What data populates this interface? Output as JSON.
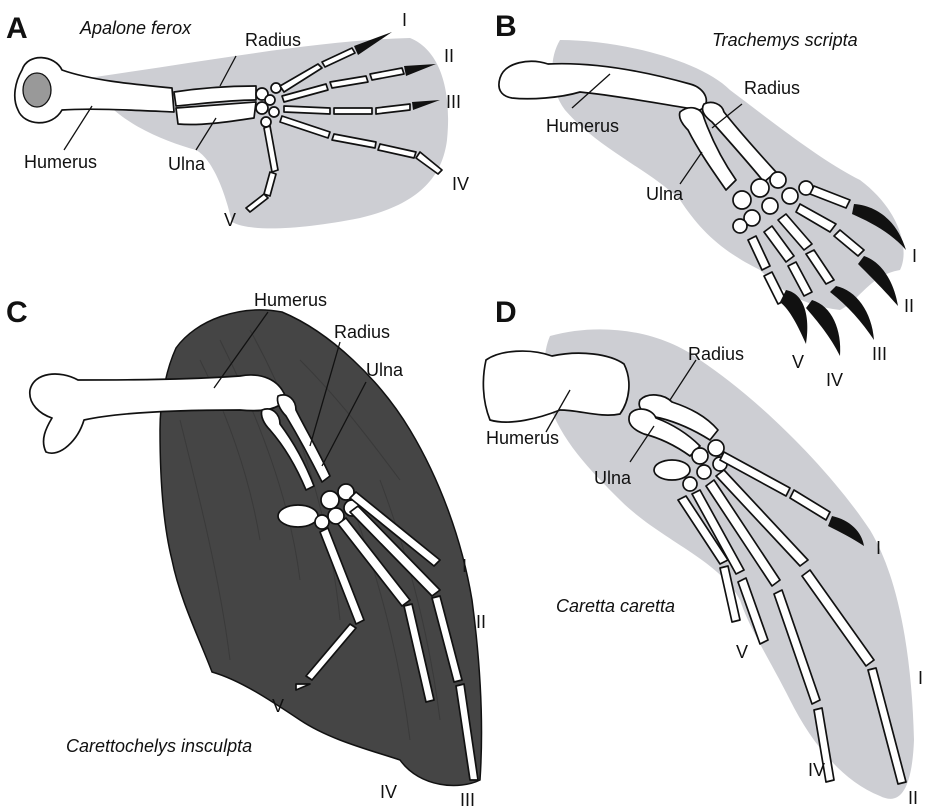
{
  "panels": {
    "A": {
      "letter": "A",
      "species": "Apalone ferox",
      "labels": {
        "humerus": "Humerus",
        "radius": "Radius",
        "ulna": "Ulna"
      },
      "digits": [
        "I",
        "II",
        "III",
        "IV",
        "V"
      ]
    },
    "B": {
      "letter": "B",
      "species": "Trachemys scripta",
      "labels": {
        "humerus": "Humerus",
        "radius": "Radius",
        "ulna": "Ulna"
      },
      "digits": [
        "I",
        "II",
        "III",
        "IV",
        "V"
      ]
    },
    "C": {
      "letter": "C",
      "species": "Carettochelys insculpta",
      "labels": {
        "humerus": "Humerus",
        "radius": "Radius",
        "ulna": "Ulna"
      },
      "digits": [
        "I",
        "II",
        "III",
        "IV",
        "V"
      ]
    },
    "D": {
      "letter": "D",
      "species": "Caretta caretta",
      "labels": {
        "humerus": "Humerus",
        "radius": "Radius",
        "ulna": "Ulna"
      },
      "digits": [
        "I",
        "I",
        "II",
        "IV",
        "V"
      ]
    }
  },
  "colors": {
    "soft_tissue": "#cdced3",
    "bone_outline": "#111111",
    "claw": "#111111",
    "web": "#454545"
  }
}
